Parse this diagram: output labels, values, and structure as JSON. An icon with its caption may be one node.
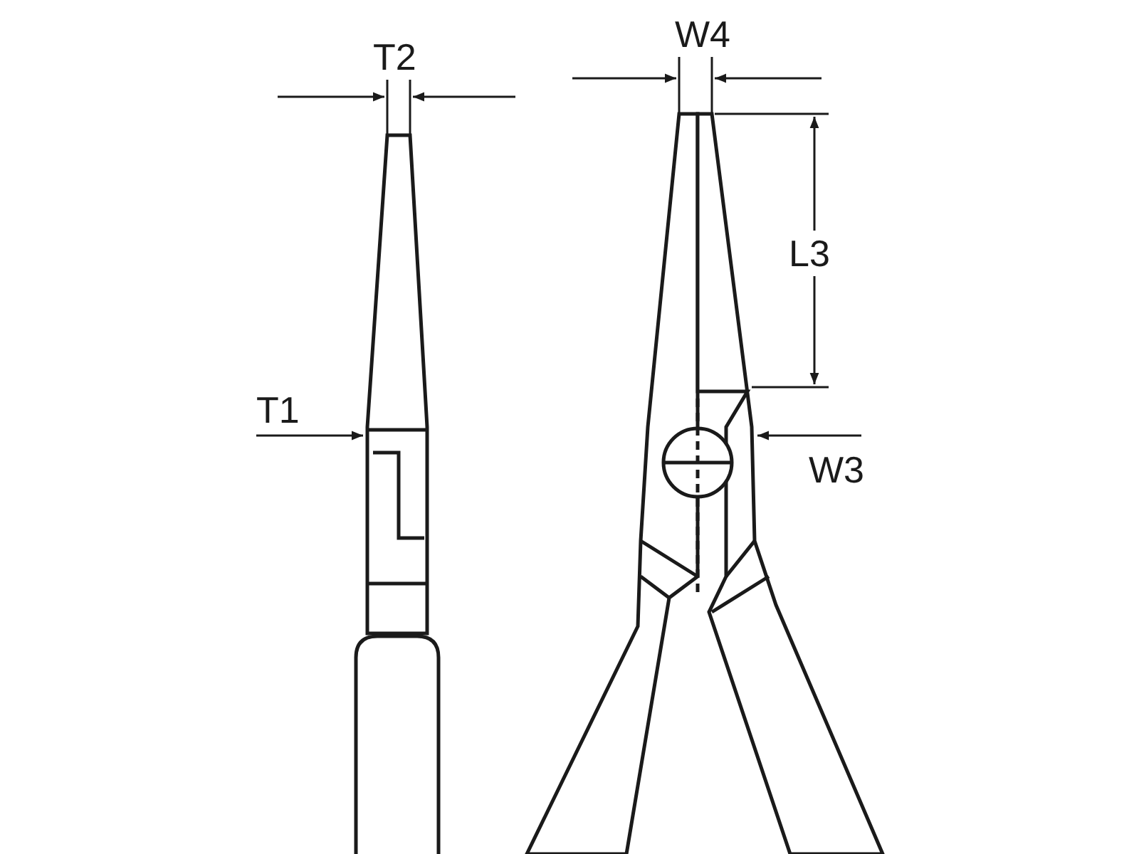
{
  "diagram": {
    "labels": [
      "T2",
      "W4",
      "L3",
      "T1",
      "W3"
    ]
  }
}
